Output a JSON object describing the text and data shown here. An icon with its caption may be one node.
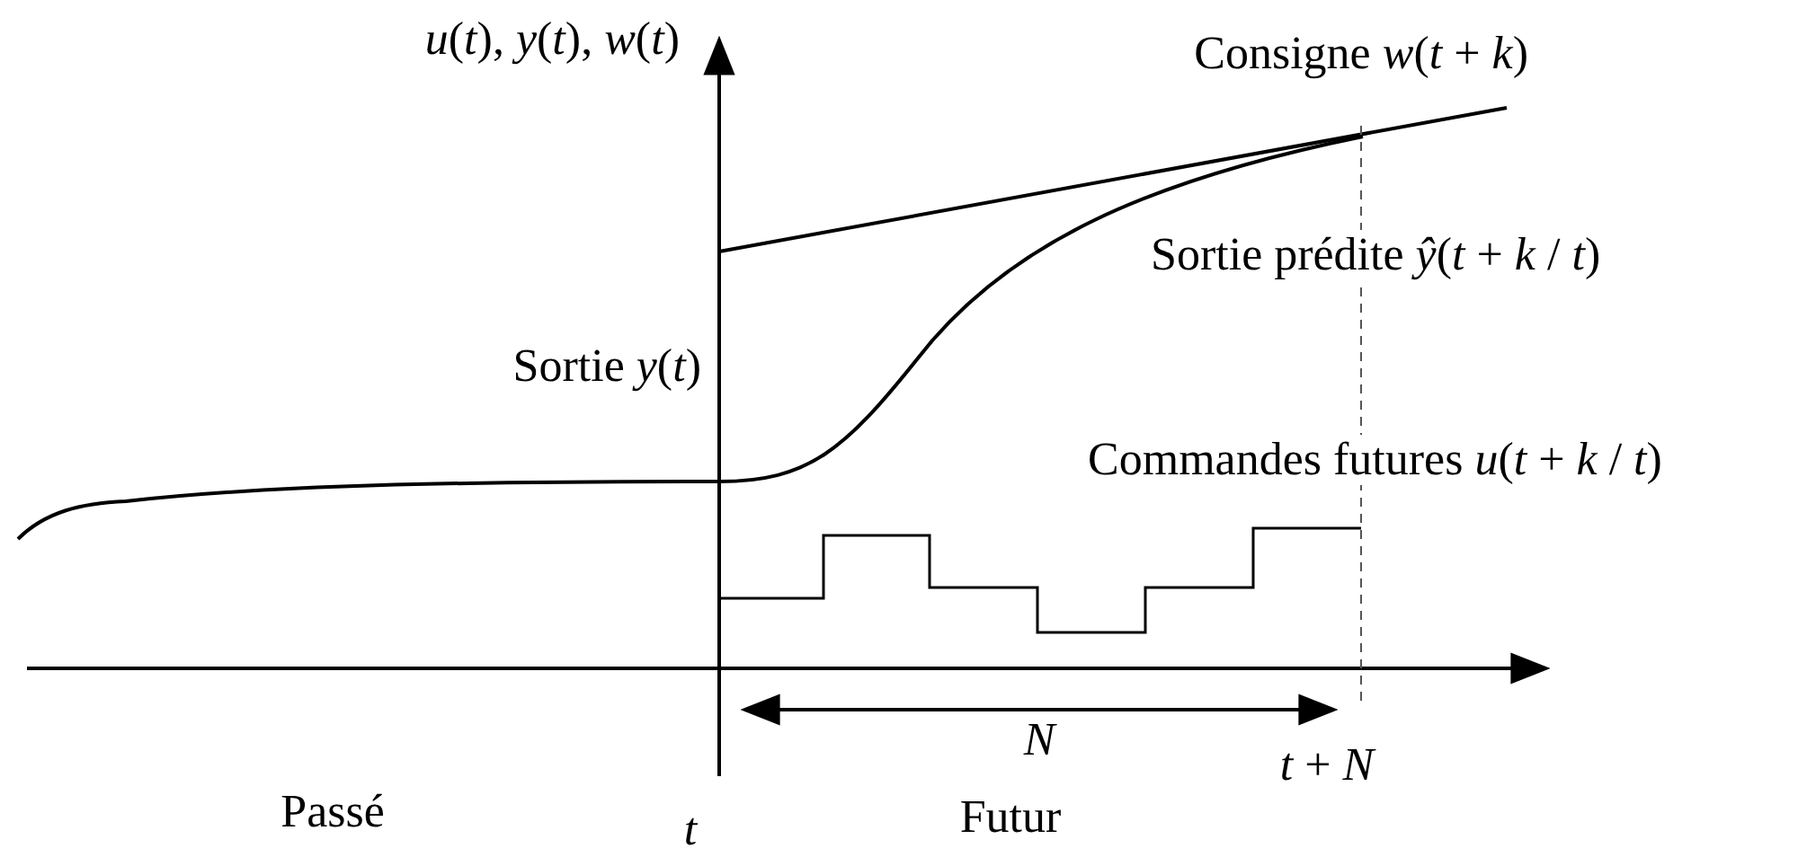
{
  "diagram": {
    "labels": [
      "*u*(*t*), *y*(*t*), *w*(*t*)",
      "Consigne *w*(*t* + *k*)",
      "Sortie prédite *ŷ*(*t* + *k* / *t*)",
      "Sortie *y*(*t*)",
      "Commandes futures *u*(*t* + *k* / *t*)",
      "*N*",
      "*t* + *N*",
      "Passé",
      "*t*",
      "Futur"
    ]
  }
}
